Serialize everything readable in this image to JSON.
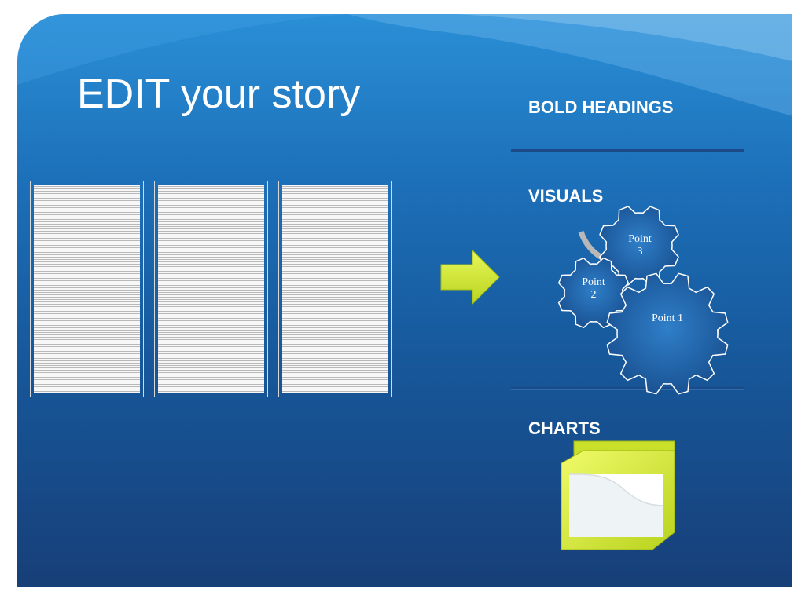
{
  "slide": {
    "title": "EDIT your story",
    "headings": {
      "bold_headings": "BOLD HEADINGS",
      "visuals": "VISUALS",
      "charts": "CHARTS"
    },
    "gears": {
      "point1": "Point 1",
      "point2": "Point\n2",
      "point3": "Point\n3"
    }
  },
  "icons": {
    "arrow": "right-arrow-icon",
    "chart": "chart-folder-icon",
    "gears": "gears-diagram"
  },
  "colors": {
    "background_top": "#2a8fd6",
    "background_bottom": "#173f78",
    "gear_fill": "#1d5fa3",
    "gear_stroke": "#ffffff",
    "arrow_fill": "#d4ec2e",
    "chart_fill": "#dff038",
    "rule": "#1a4a88"
  }
}
